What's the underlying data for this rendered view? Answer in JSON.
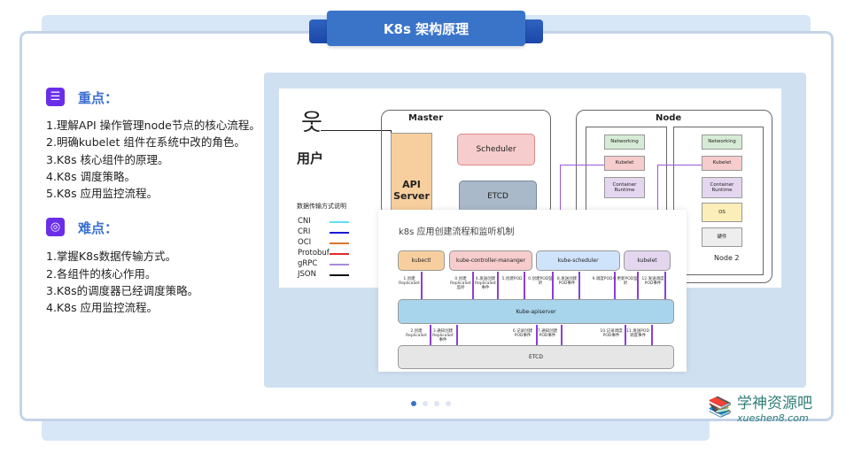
{
  "title": "K8s 架构原理",
  "key_points": {
    "icon": "list-icon",
    "heading": "重点：",
    "items": [
      "1.理解API 操作管理node节点的核心流程。",
      "2.明确kubelet 组件在系统中改的角色。",
      "3.K8s 核心组件的原理。",
      "4.K8s 调度策略。",
      "5.K8s 应用监控流程。"
    ]
  },
  "difficulties": {
    "icon": "target-icon",
    "heading": "难点：",
    "items": [
      "1.掌握K8s数据传输方式。",
      "2.各组件的核心作用。",
      "3.K8s的调度器已经调度策略。",
      "4.K8s 应用监控流程。"
    ]
  },
  "diagram": {
    "user": "用户",
    "master": "Master",
    "api_server": "API Server",
    "scheduler": "Scheduler",
    "etcd": "ETCD",
    "node": "Node",
    "networking": "Networking",
    "kubelet": "Kubelet",
    "container_runtime": "Container Runtime",
    "os": "OS",
    "hardware": "硬件",
    "node2": "Node 2",
    "legend_title": "数据传输方式说明",
    "legend": [
      {
        "label": "CNI",
        "color": "#5ee0ee"
      },
      {
        "label": "CRI",
        "color": "#1a1ad6"
      },
      {
        "label": "OCI",
        "color": "#d9782e"
      },
      {
        "label": "Protobuf",
        "color": "#e02a2a"
      },
      {
        "label": "gRPC",
        "color": "#a98bd8"
      },
      {
        "label": "JSON",
        "color": "#111111"
      }
    ]
  },
  "flow": {
    "title": "k8s 应用创建流程和监听机制",
    "kubectl": "kubectl",
    "controller": "kube-controller-mananger",
    "scheduler": "kube-scheduler",
    "kubelet": "kubelet",
    "apiserver": "Kube-apiserver",
    "etcd": "ETCD",
    "top_labels": [
      "1.创建ReplicaSet",
      "0.创建ReplicaSet监听",
      "4.发送创建ReplicaSet事件",
      "5.创建POD",
      "0.创建POD监听",
      "8.发送创建POD事件",
      "9.调度POD",
      "0.更新POD监听",
      "12.发送调度POD事件"
    ],
    "bottom_labels": [
      "2.创建ReplicaSet",
      "3.通知创建ReplicaSet事件",
      "6.记录创建POD事件",
      "7.通知创建POD事件",
      "10.记录调度POD事件",
      "11.发送POD调度事件"
    ]
  },
  "carousel": {
    "count": 4,
    "active": 0
  },
  "watermark": {
    "name": "学神资源吧",
    "url": "xueshen8.com"
  }
}
